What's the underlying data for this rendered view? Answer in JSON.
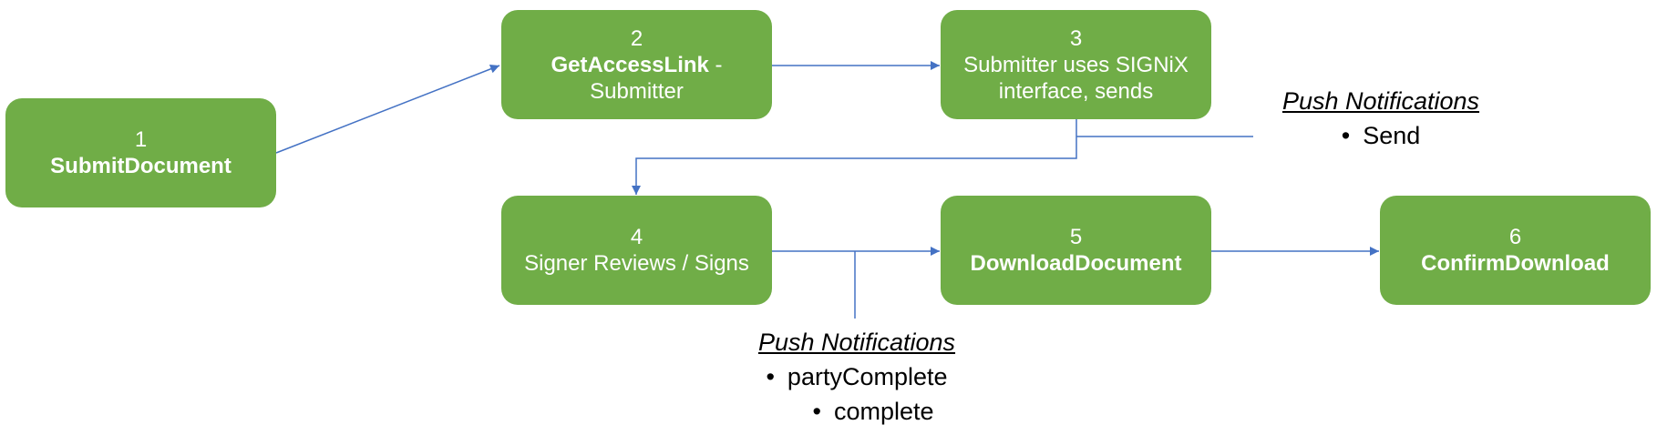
{
  "colors": {
    "node_fill": "#70ad47",
    "node_text": "#ffffff",
    "connector": "#4472c4",
    "note_text": "#000000"
  },
  "nodes": [
    {
      "id": "n1",
      "number": "1",
      "title": "SubmitDocument",
      "suffix": ""
    },
    {
      "id": "n2",
      "number": "2",
      "title": "GetAccessLink",
      "suffix": " -",
      "line2": "Submitter"
    },
    {
      "id": "n3",
      "number": "3",
      "line1": "Submitter uses SIGNiX",
      "line2": "interface, sends"
    },
    {
      "id": "n4",
      "number": "4",
      "line1": "Signer Reviews / Signs"
    },
    {
      "id": "n5",
      "number": "5",
      "title": "DownloadDocument"
    },
    {
      "id": "n6",
      "number": "6",
      "title": "ConfirmDownload"
    }
  ],
  "notes": [
    {
      "id": "note-top",
      "title": "Push Notifications",
      "items": [
        "Send"
      ]
    },
    {
      "id": "note-bottom",
      "title": "Push Notifications",
      "items": [
        "partyComplete",
        "complete"
      ]
    }
  ],
  "bullet_glyph": "•"
}
